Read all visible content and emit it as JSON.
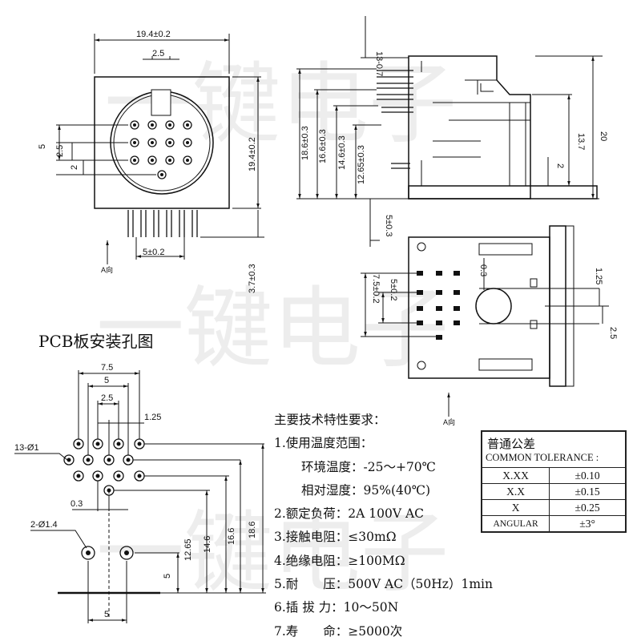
{
  "watermark": "一键电子",
  "front_view": {
    "width_dim": "19.4±0.2",
    "pitch_dim": "2.5",
    "height_dim": "19.4±0.2",
    "left_dims": [
      "5",
      "2.5",
      "2"
    ],
    "pin_length_dim": "3.7±0.3",
    "pin_span_dim": "5±0.2",
    "view_label": "A向"
  },
  "side_view": {
    "pin_dim": "13-0.7",
    "heights": [
      "18.6±0.3",
      "16.6±0.3",
      "14.6±0.3",
      "12.65±0.3"
    ],
    "total_height": "20",
    "body_height": "13.7",
    "small_dim": "2",
    "bottom_dim": "5±0.3"
  },
  "top_view": {
    "pitch_small": "0.3",
    "left_dims": [
      "7.5±0.2",
      "5±0.2"
    ],
    "right_dims": [
      "1.25",
      "2.5"
    ],
    "view_label": "A向"
  },
  "pcb": {
    "title": "PCB板安装孔图",
    "top_dims": [
      "7.5",
      "5",
      "2.5",
      "1.25"
    ],
    "hole_spec": "13-Ø1",
    "offset_dim": "0.3",
    "mount_spec": "2-Ø1.4",
    "vertical_dims": [
      "5",
      "12.65",
      "14.6",
      "16.6",
      "18.6"
    ],
    "bottom_dim": "5"
  },
  "specs": {
    "heading": "主要技术特性要求：",
    "items": [
      "1.使用温度范围：",
      "环境温度：-25～+70℃",
      "相对湿度：95%(40℃)",
      "2.额定负荷：2A 100V AC",
      "3.接触电阻：≤30mΩ",
      "4.绝缘电阻：≥100MΩ",
      "5.耐　　压：500V AC（50Hz）1min",
      "6.插 拔 力：10～50N",
      "7.寿　　命：≥5000次"
    ]
  },
  "tolerance": {
    "title_cn": "普通公差",
    "title_en": "COMMON TOLERANCE :",
    "rows": [
      {
        "key": "X.XX",
        "val": "±0.10"
      },
      {
        "key": "X.X",
        "val": "±0.15"
      },
      {
        "key": "X",
        "val": "±0.25"
      },
      {
        "key": "ANGULAR",
        "val": "±3°"
      }
    ]
  }
}
